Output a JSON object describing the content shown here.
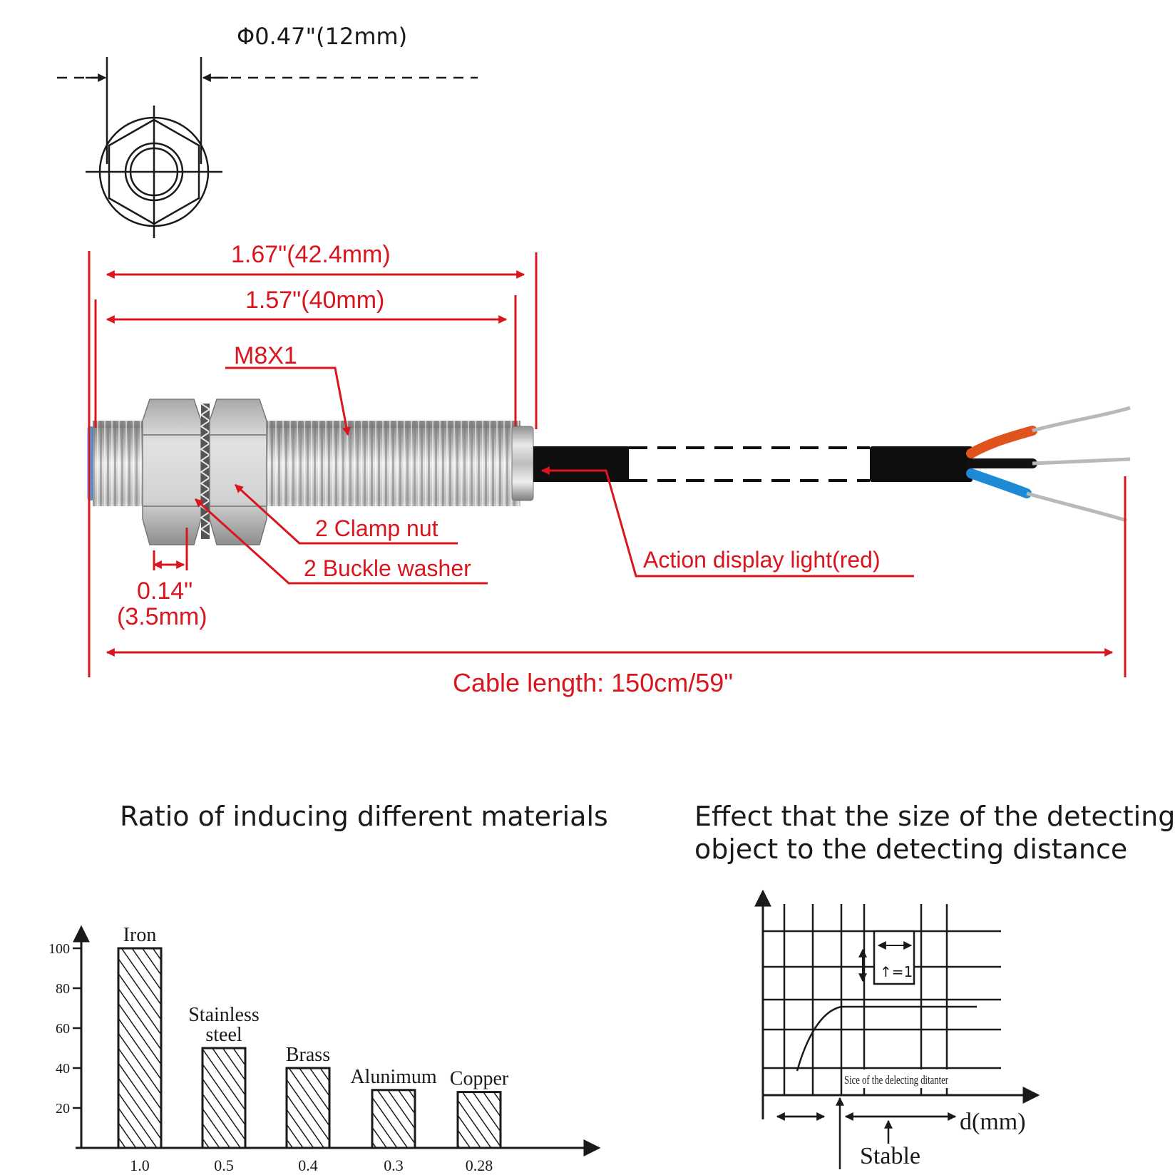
{
  "colors": {
    "annotation": "#d9151d",
    "ink": "#1a1a1a",
    "steel": "#c8c8c8",
    "cable": "#0e0e0e",
    "wire_orange": "#e0531c",
    "wire_blue": "#1e8ad6",
    "lens_blue": "#2a7fd4"
  },
  "dimensions": {
    "diameter": "Φ0.47\"(12mm)",
    "overall_length": "1.67\"(42.4mm)",
    "thread_length": "1.57\"(40mm)",
    "thread_spec": "M8X1",
    "washer_width_in": "0.14\"",
    "washer_width_mm": "(3.5mm)",
    "cable_length": "Cable length: 150cm/59\""
  },
  "callouts": {
    "clamp_nut": "2 Clamp nut",
    "buckle_washer": "2 Buckle washer",
    "action_light": "Action display light(red)"
  },
  "material_chart": {
    "title": "Ratio of inducing different materials",
    "chart_data": {
      "type": "bar",
      "title": "Ratio of inducing different materials",
      "xlabel": "",
      "ylabel": "",
      "categories": [
        "Iron",
        "Stainless steel",
        "Brass",
        "Alunimum",
        "Copper"
      ],
      "category_lines": [
        [
          "Iron"
        ],
        [
          "Stainless",
          "steel"
        ],
        [
          "Brass"
        ],
        [
          "Alunimum"
        ],
        [
          "Copper"
        ]
      ],
      "values": [
        100,
        50,
        40,
        29,
        28
      ],
      "ratio_labels": [
        "1.0",
        "0.5",
        "0.4",
        "0.3",
        "0.28"
      ],
      "y_ticks": [
        20,
        40,
        60,
        80,
        100
      ],
      "ylim": [
        0,
        100
      ],
      "bar_fill": "diagonal hatch",
      "grid": false
    }
  },
  "size_effect_chart": {
    "title_line1": "Effect that the size of the detecting",
    "title_line2": "object to the detecting distance",
    "axis_label": "d(mm)",
    "inner_label": "Sice of the delecting ditanter",
    "box_label": "↑=1",
    "stable_label": "Stable",
    "grid": true
  }
}
